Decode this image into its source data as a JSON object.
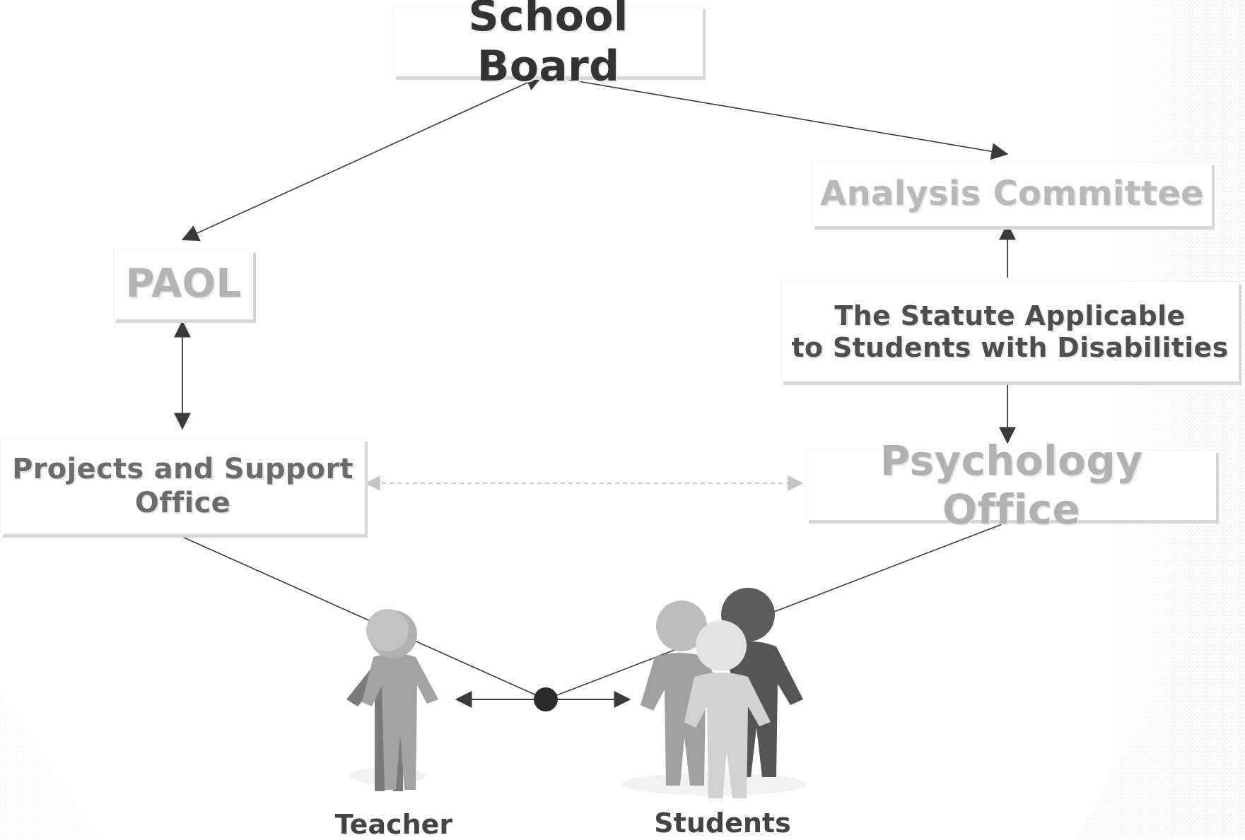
{
  "colors": {
    "background": "#ffffff",
    "line": "#3a3a3a",
    "dashed_line": "#b8b8b8",
    "person_dark": "#5a5a5a",
    "person_mid": "#8c8c8c",
    "person_light": "#d4d4d4"
  },
  "nodes": {
    "school_board": {
      "label": "School Board",
      "color": "#333333"
    },
    "analysis_committee": {
      "label": "Analysis Committee",
      "color": "#b9b9b9"
    },
    "paol": {
      "label": "PAOL",
      "color": "#b4b4b4"
    },
    "statute": {
      "label": "The Statute Applicable\nto Students with Disabilities",
      "color": "#4e4e4e"
    },
    "projects_support": {
      "label": "Projects and Support\nOffice",
      "color": "#6b6b6b"
    },
    "psychology_office": {
      "label": "Psychology Office",
      "color": "#b1b1b1"
    }
  },
  "people": {
    "teacher": {
      "label": "Teacher",
      "icon": "person-icon"
    },
    "students": {
      "label": "Students",
      "icon": "group-of-people-icon"
    }
  }
}
